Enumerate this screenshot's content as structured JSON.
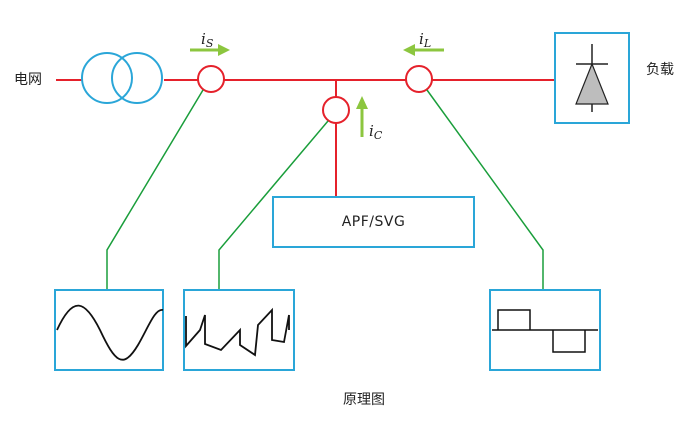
{
  "labels": {
    "grid": "电网",
    "load": "负载",
    "apf": "APF/SVG",
    "caption": "原理图"
  },
  "currents": {
    "is": {
      "symbol": "i",
      "sub": "S"
    },
    "il": {
      "symbol": "i",
      "sub": "L"
    },
    "ic": {
      "symbol": "i",
      "sub": "C"
    }
  },
  "colors": {
    "bus_line": "#e5212b",
    "signal_line": "#1a9e3b",
    "box_border": "#2aa6d8",
    "arrow": "#8cc63f",
    "transformer": "#2aa6d8",
    "waveform": "#111111"
  }
}
